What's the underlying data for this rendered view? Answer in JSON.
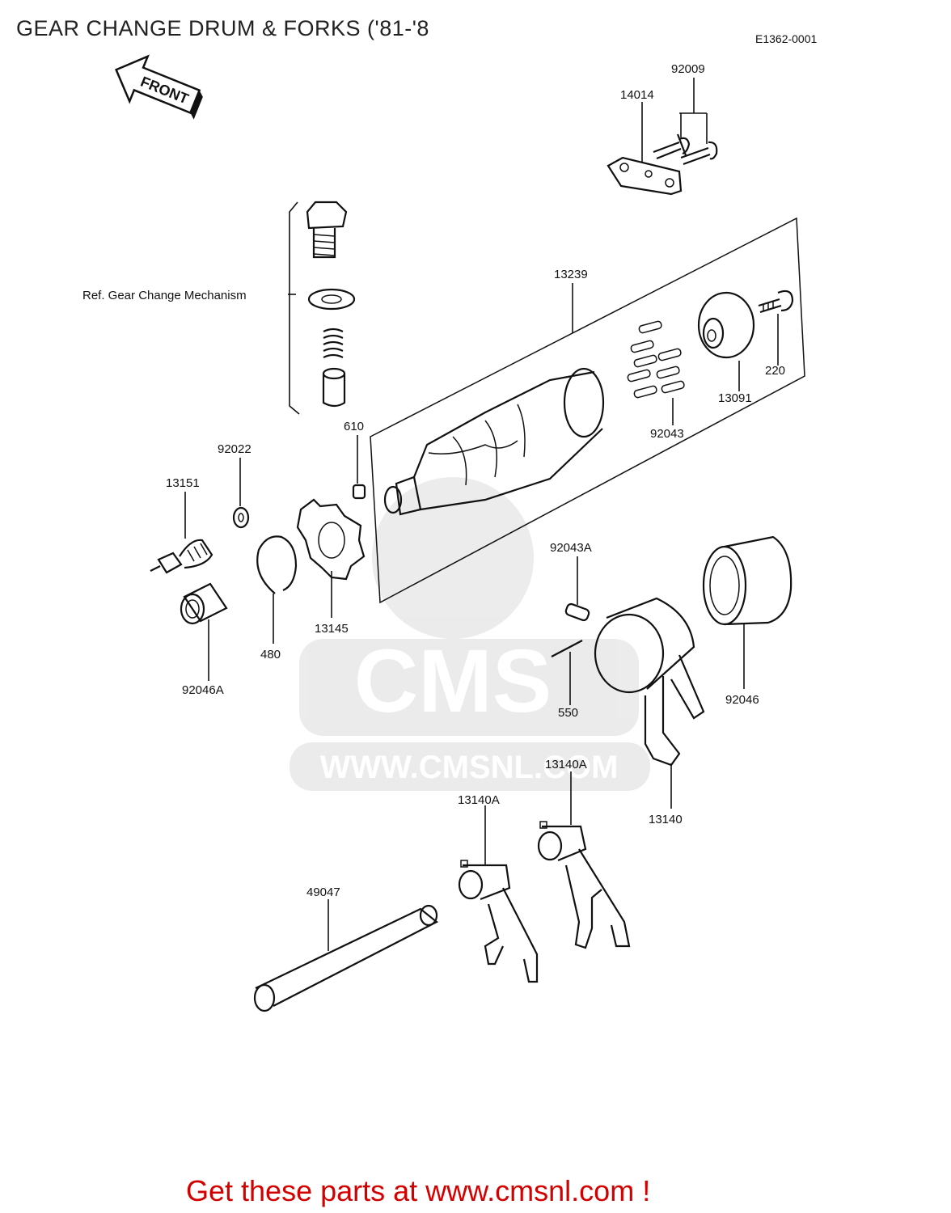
{
  "title": "GEAR CHANGE DRUM & FORKS ('81-'8",
  "diagram_code": "E1362-0001",
  "front_label": "FRONT",
  "reference_note": "Ref. Gear Change Mechanism",
  "watermark": {
    "brand": "CMS",
    "url": "WWW.CMSNL.COM"
  },
  "footer_link": "Get these parts at www.cmsnl.com !",
  "callouts": {
    "c92009": "92009",
    "c14014": "14014",
    "c13239": "13239",
    "c220": "220",
    "c13091": "13091",
    "c92043": "92043",
    "c610": "610",
    "c92022": "92022",
    "c13151": "13151",
    "c92043A": "92043A",
    "c13145": "13145",
    "c480": "480",
    "c92046A": "92046A",
    "c550": "550",
    "c92046": "92046",
    "c13140A_right": "13140A",
    "c13140A_left": "13140A",
    "c13140": "13140",
    "c49047": "49047"
  }
}
